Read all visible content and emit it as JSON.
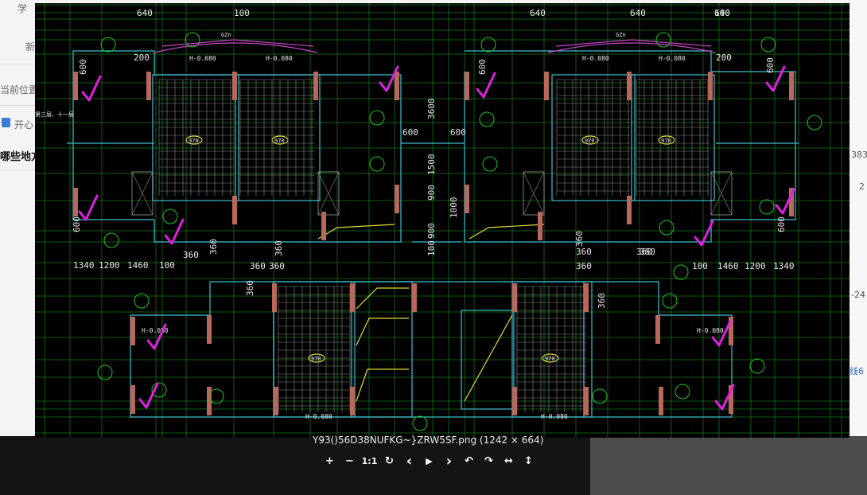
{
  "background_page": {
    "left_labels": [
      "学",
      "新",
      "当前位置",
      "开心",
      "哪些地方"
    ],
    "right_labels": [
      "383",
      "2",
      "-24",
      "线6"
    ]
  },
  "image_viewer": {
    "caption": "Y93()56D38NUFKG~}ZRW5SF.png (1242 × 664)",
    "toolbar": [
      {
        "icon": "zoom-in-icon",
        "glyph": "+"
      },
      {
        "icon": "zoom-out-icon",
        "glyph": "−"
      },
      {
        "icon": "actual-size-icon",
        "glyph": "1:1"
      },
      {
        "icon": "refresh-icon",
        "glyph": "↻"
      },
      {
        "icon": "previous-icon",
        "glyph": "‹"
      },
      {
        "icon": "play-icon",
        "glyph": "▶"
      },
      {
        "icon": "next-icon",
        "glyph": "›"
      },
      {
        "icon": "rotate-left-icon",
        "glyph": "↶"
      },
      {
        "icon": "rotate-right-icon",
        "glyph": "↷"
      },
      {
        "icon": "flip-horizontal-icon",
        "glyph": "↔"
      },
      {
        "icon": "flip-vertical-icon",
        "glyph": "↕"
      }
    ]
  },
  "drawing": {
    "top_dims": [
      "640",
      "100",
      "640",
      "640",
      "100",
      "640"
    ],
    "mid_dims": [
      "600",
      "200",
      "3600",
      "1500",
      "900",
      "1000",
      "900",
      "100"
    ],
    "row_dims_left": [
      "1340",
      "1200",
      "1460",
      "100",
      "360",
      "360",
      "360"
    ],
    "row_dims_right": [
      "360",
      "360",
      "360",
      "360",
      "100",
      "1460",
      "1200",
      "1340"
    ],
    "level_labels": [
      "H-0.080",
      "H-0.080",
      "H-0.080",
      "H-0.080",
      "H-0.080",
      "H-0.080"
    ],
    "slab_tags": [
      "970",
      "970",
      "970",
      "970",
      "970",
      "970"
    ],
    "note_left": "第三层、十一层",
    "gz_label": "GZn"
  }
}
